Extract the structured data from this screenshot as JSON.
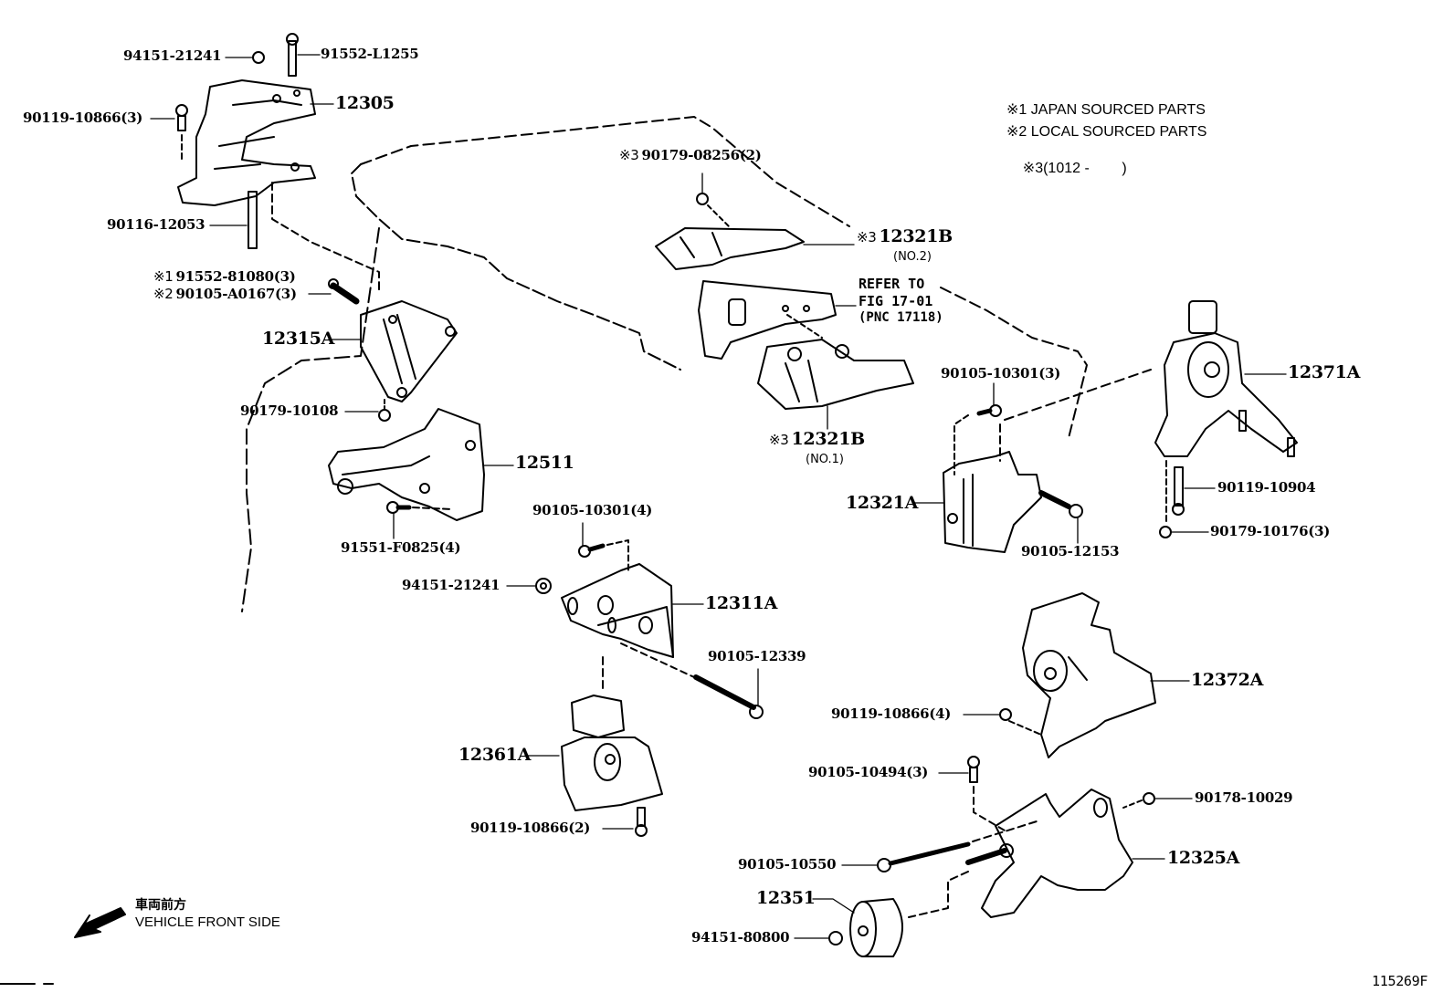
{
  "diagram": {
    "title": "Engine Mounting Parts Diagram",
    "figure_id": "115269F",
    "legend": [
      {
        "mark": "※1",
        "text": "JAPAN SOURCED PARTS"
      },
      {
        "mark": "※2",
        "text": "LOCAL SOURCED PARTS"
      },
      {
        "mark": "※3",
        "text": "(1012 -        )"
      }
    ],
    "direction": {
      "icon": "arrow-down-left-icon",
      "jp": "車両前方",
      "en": "VEHICLE FRONT SIDE"
    },
    "refer": {
      "line1": "REFER TO",
      "line2": "FIG 17-01",
      "line3": "(PNC 17118)"
    },
    "parts": {
      "p94151_21241_top": "94151-21241",
      "p91552_L1255": "91552-L1255",
      "p90119_10866_3": "90119-10866(3)",
      "p12305": "12305",
      "p90116_12053": "90116-12053",
      "p91552_81080_mark": "※1",
      "p91552_81080": "91552-81080(3)",
      "p90105_A0167_mark": "※2",
      "p90105_A0167": "90105-A0167(3)",
      "p12315A": "12315A",
      "p90179_10108": "90179-10108",
      "p12511": "12511",
      "p91551_F0825": "91551-F0825(4)",
      "p90179_08256_mark": "※3",
      "p90179_08256": "90179-08256(2)",
      "p12321B_no2_mark": "※3",
      "p12321B_no2": "12321B",
      "p12321B_no2_sub": "(NO.2)",
      "p12321B_no1_mark": "※3",
      "p12321B_no1": "12321B",
      "p12321B_no1_sub": "(NO.1)",
      "p90105_10301_3": "90105-10301(3)",
      "p12371A": "12371A",
      "p90119_10904": "90119-10904",
      "p90179_10176": "90179-10176(3)",
      "p12321A": "12321A",
      "p90105_12153": "90105-12153",
      "p90105_10301_4": "90105-10301(4)",
      "p94151_21241_mid": "94151-21241",
      "p12311A": "12311A",
      "p90105_12339": "90105-12339",
      "p12361A": "12361A",
      "p90119_10866_2": "90119-10866(2)",
      "p12372A": "12372A",
      "p90119_10866_4": "90119-10866(4)",
      "p90105_10494": "90105-10494(3)",
      "p90178_10029": "90178-10029",
      "p90105_10550": "90105-10550",
      "p12325A": "12325A",
      "p12351": "12351",
      "p94151_80800": "94151-80800"
    }
  }
}
